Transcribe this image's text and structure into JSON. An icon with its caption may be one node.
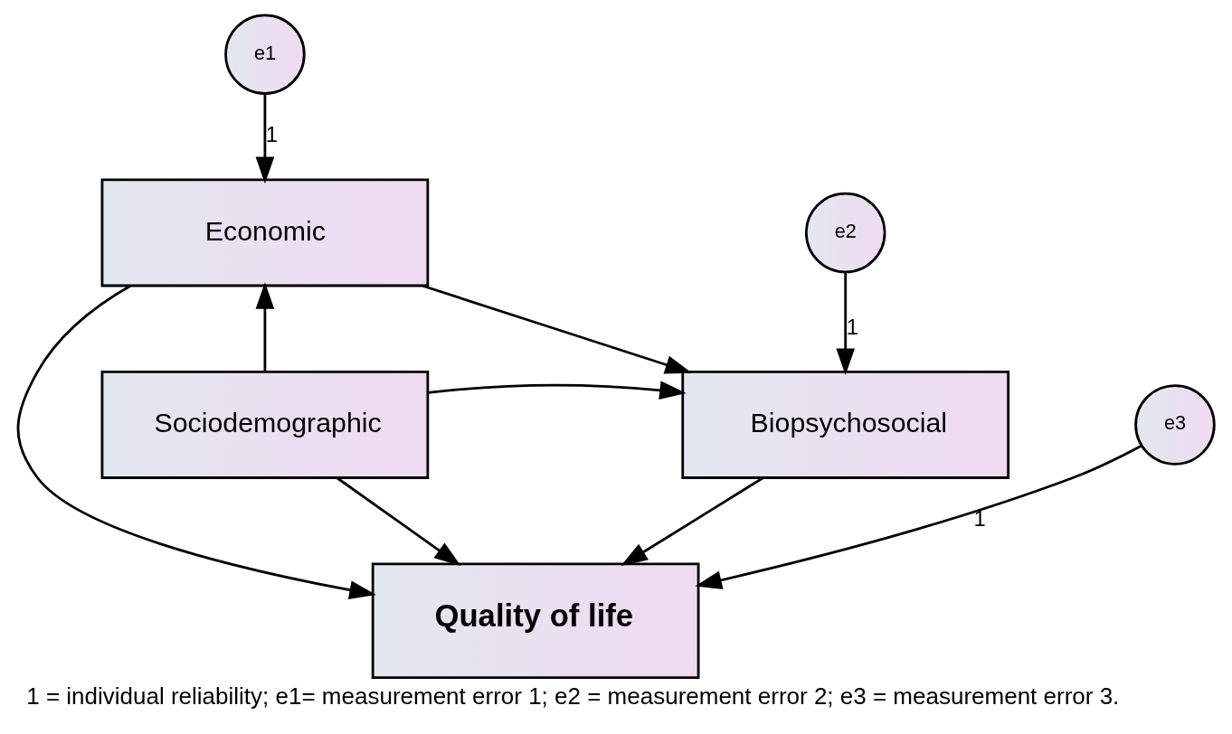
{
  "diagram": {
    "caption": "1 = individual reliability; e1= measurement error 1; e2 = measurement error 2; e3 = measurement error 3.",
    "nodes": [
      {
        "text": [
          "e1"
        ]
      },
      {
        "text": [
          "Economic"
        ]
      },
      {
        "text": [
          "e2"
        ]
      },
      {
        "text": [
          "Sociodemographic"
        ]
      },
      {
        "text": [
          "Biopsychosocial"
        ]
      },
      {
        "text": [
          "e3"
        ]
      },
      {
        "text": [
          "Quality of life"
        ]
      }
    ],
    "edges": [
      {
        "from": 0,
        "to": 1,
        "arrow": "to",
        "label": "1"
      },
      {
        "from": 3,
        "to": 1,
        "arrow": "to"
      },
      {
        "from": 1,
        "to": 4,
        "arrow": "to"
      },
      {
        "from": 2,
        "to": 4,
        "arrow": "to",
        "label": "1"
      },
      {
        "from": 3,
        "to": 4,
        "arrow": "to"
      },
      {
        "from": 1,
        "to": 6,
        "arrow": "to"
      },
      {
        "from": 5,
        "to": 6,
        "arrow": "to",
        "label": "1"
      },
      {
        "from": 3,
        "to": 6,
        "arrow": "to"
      },
      {
        "from": 4,
        "to": 6,
        "arrow": "to"
      }
    ]
  }
}
